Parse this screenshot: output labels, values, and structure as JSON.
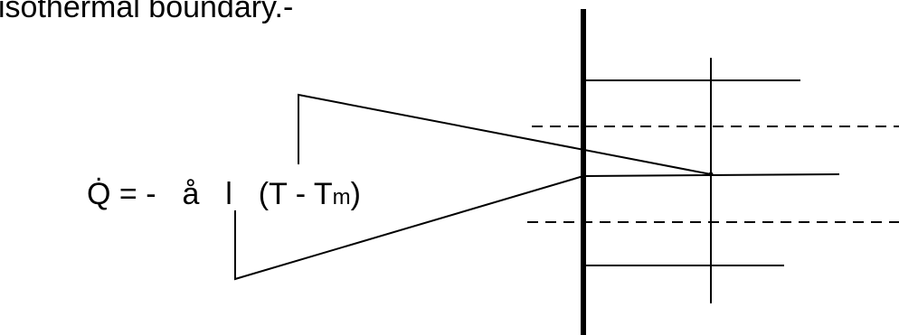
{
  "heading": "isothermal boundary.-",
  "equation": {
    "q_dot": ".",
    "q": "Q",
    "equals": "=",
    "minus": "-",
    "sym_a": "å",
    "sym_l": "l",
    "open": "(T",
    "minus2": "-",
    "t": "T",
    "sub_m": "m",
    "close": ")"
  },
  "colors": {
    "ink": "#000000",
    "background": "#ffffff"
  }
}
